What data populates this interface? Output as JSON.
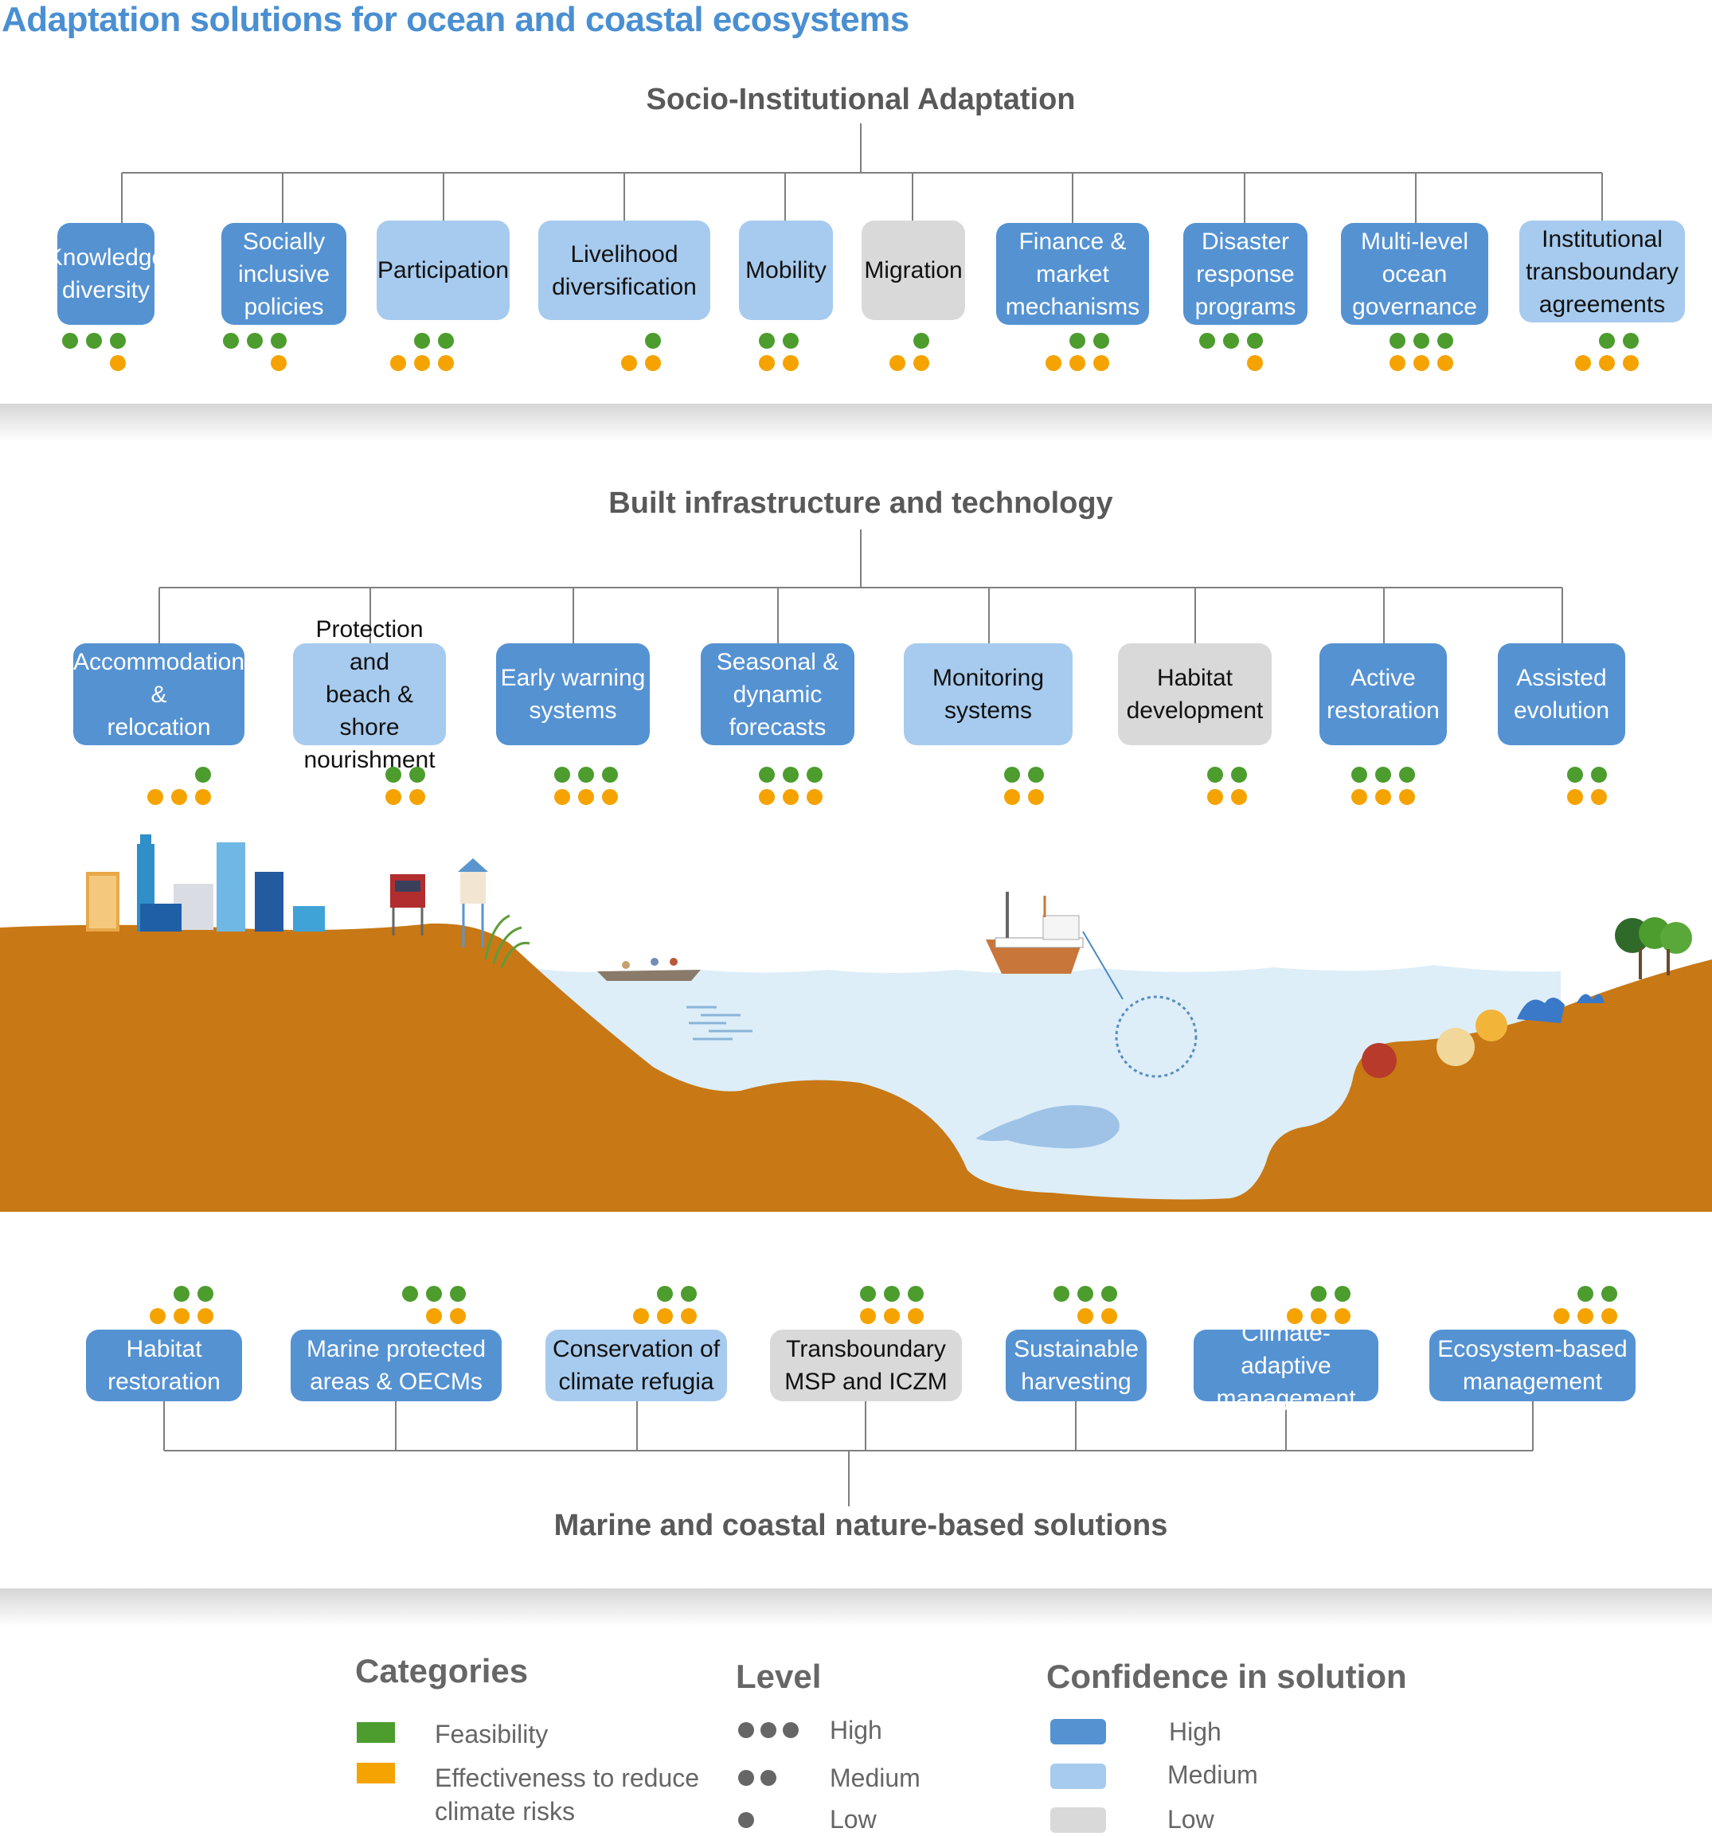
{
  "title": "Adaptation solutions for ocean and coastal ecosystems",
  "sections": {
    "socio": {
      "title": "Socio-Institutional Adaptation"
    },
    "built": {
      "title": "Built infrastructure and technology"
    },
    "nature": {
      "title": "Marine and coastal nature-based solutions"
    }
  },
  "socio_items": [
    {
      "label": "Knowledge\ndiversity",
      "confidence": "high",
      "feasibility": 3,
      "effectiveness": 1
    },
    {
      "label": "Socially\ninclusive\npolicies",
      "confidence": "high",
      "feasibility": 3,
      "effectiveness": 1
    },
    {
      "label": "Participation",
      "confidence": "medium",
      "feasibility": 2,
      "effectiveness": 3
    },
    {
      "label": "Livelihood\ndiversification",
      "confidence": "medium",
      "feasibility": 1,
      "effectiveness": 2
    },
    {
      "label": "Mobility",
      "confidence": "medium",
      "feasibility": 2,
      "effectiveness": 2
    },
    {
      "label": "Migration",
      "confidence": "low",
      "feasibility": 1,
      "effectiveness": 2
    },
    {
      "label": "Finance &\nmarket\nmechanisms",
      "confidence": "high",
      "feasibility": 2,
      "effectiveness": 3
    },
    {
      "label": "Disaster\nresponse\nprograms",
      "confidence": "high",
      "feasibility": 3,
      "effectiveness": 1
    },
    {
      "label": "Multi-level\nocean\ngovernance",
      "confidence": "high",
      "feasibility": 3,
      "effectiveness": 3
    },
    {
      "label": "Institutional\ntransboundary\nagreements",
      "confidence": "medium",
      "feasibility": 2,
      "effectiveness": 3
    }
  ],
  "built_items": [
    {
      "label": "Accommodation\n&\nrelocation",
      "confidence": "high",
      "feasibility": 1,
      "effectiveness": 3
    },
    {
      "label": "Protection and\nbeach & shore\nnourishment",
      "confidence": "medium",
      "feasibility": 2,
      "effectiveness": 2
    },
    {
      "label": "Early warning\nsystems",
      "confidence": "high",
      "feasibility": 3,
      "effectiveness": 3
    },
    {
      "label": "Seasonal &\ndynamic\nforecasts",
      "confidence": "high",
      "feasibility": 3,
      "effectiveness": 3
    },
    {
      "label": "Monitoring\nsystems",
      "confidence": "medium",
      "feasibility": 2,
      "effectiveness": 2
    },
    {
      "label": "Habitat\ndevelopment",
      "confidence": "low",
      "feasibility": 2,
      "effectiveness": 2
    },
    {
      "label": "Active\nrestoration",
      "confidence": "high",
      "feasibility": 3,
      "effectiveness": 3
    },
    {
      "label": "Assisted\nevolution",
      "confidence": "high",
      "feasibility": 2,
      "effectiveness": 2
    }
  ],
  "nature_items": [
    {
      "label": "Habitat\nrestoration",
      "confidence": "high",
      "feasibility": 2,
      "effectiveness": 3
    },
    {
      "label": "Marine protected\nareas & OECMs",
      "confidence": "high",
      "feasibility": 3,
      "effectiveness": 2
    },
    {
      "label": "Conservation of\nclimate refugia",
      "confidence": "medium",
      "feasibility": 2,
      "effectiveness": 3
    },
    {
      "label": "Transboundary\nMSP and ICZM",
      "confidence": "low",
      "feasibility": 3,
      "effectiveness": 3
    },
    {
      "label": "Sustainable\nharvesting",
      "confidence": "high",
      "feasibility": 3,
      "effectiveness": 2
    },
    {
      "label": "Climate-adaptive\nmanagement",
      "confidence": "high",
      "feasibility": 2,
      "effectiveness": 3
    },
    {
      "label": "Ecosystem-based\nmanagement",
      "confidence": "high",
      "feasibility": 2,
      "effectiveness": 3
    }
  ],
  "legend": {
    "categories_title": "Categories",
    "feasibility": "Feasibility",
    "effectiveness": "Effectiveness to reduce\nclimate risks",
    "level_title": "Level",
    "level_high": "High",
    "level_medium": "Medium",
    "level_low": "Low",
    "confidence_title": "Confidence in solution",
    "conf_high": "High",
    "conf_medium": "Medium",
    "conf_low": "Low"
  },
  "colors": {
    "feasibility": "#4c9c2e",
    "effectiveness": "#f5a300",
    "confidence_high": "#5592d2",
    "confidence_medium": "#a7cbee",
    "confidence_low": "#d9d9d9",
    "seabed": "#c87814",
    "water": "#ddeef8"
  }
}
